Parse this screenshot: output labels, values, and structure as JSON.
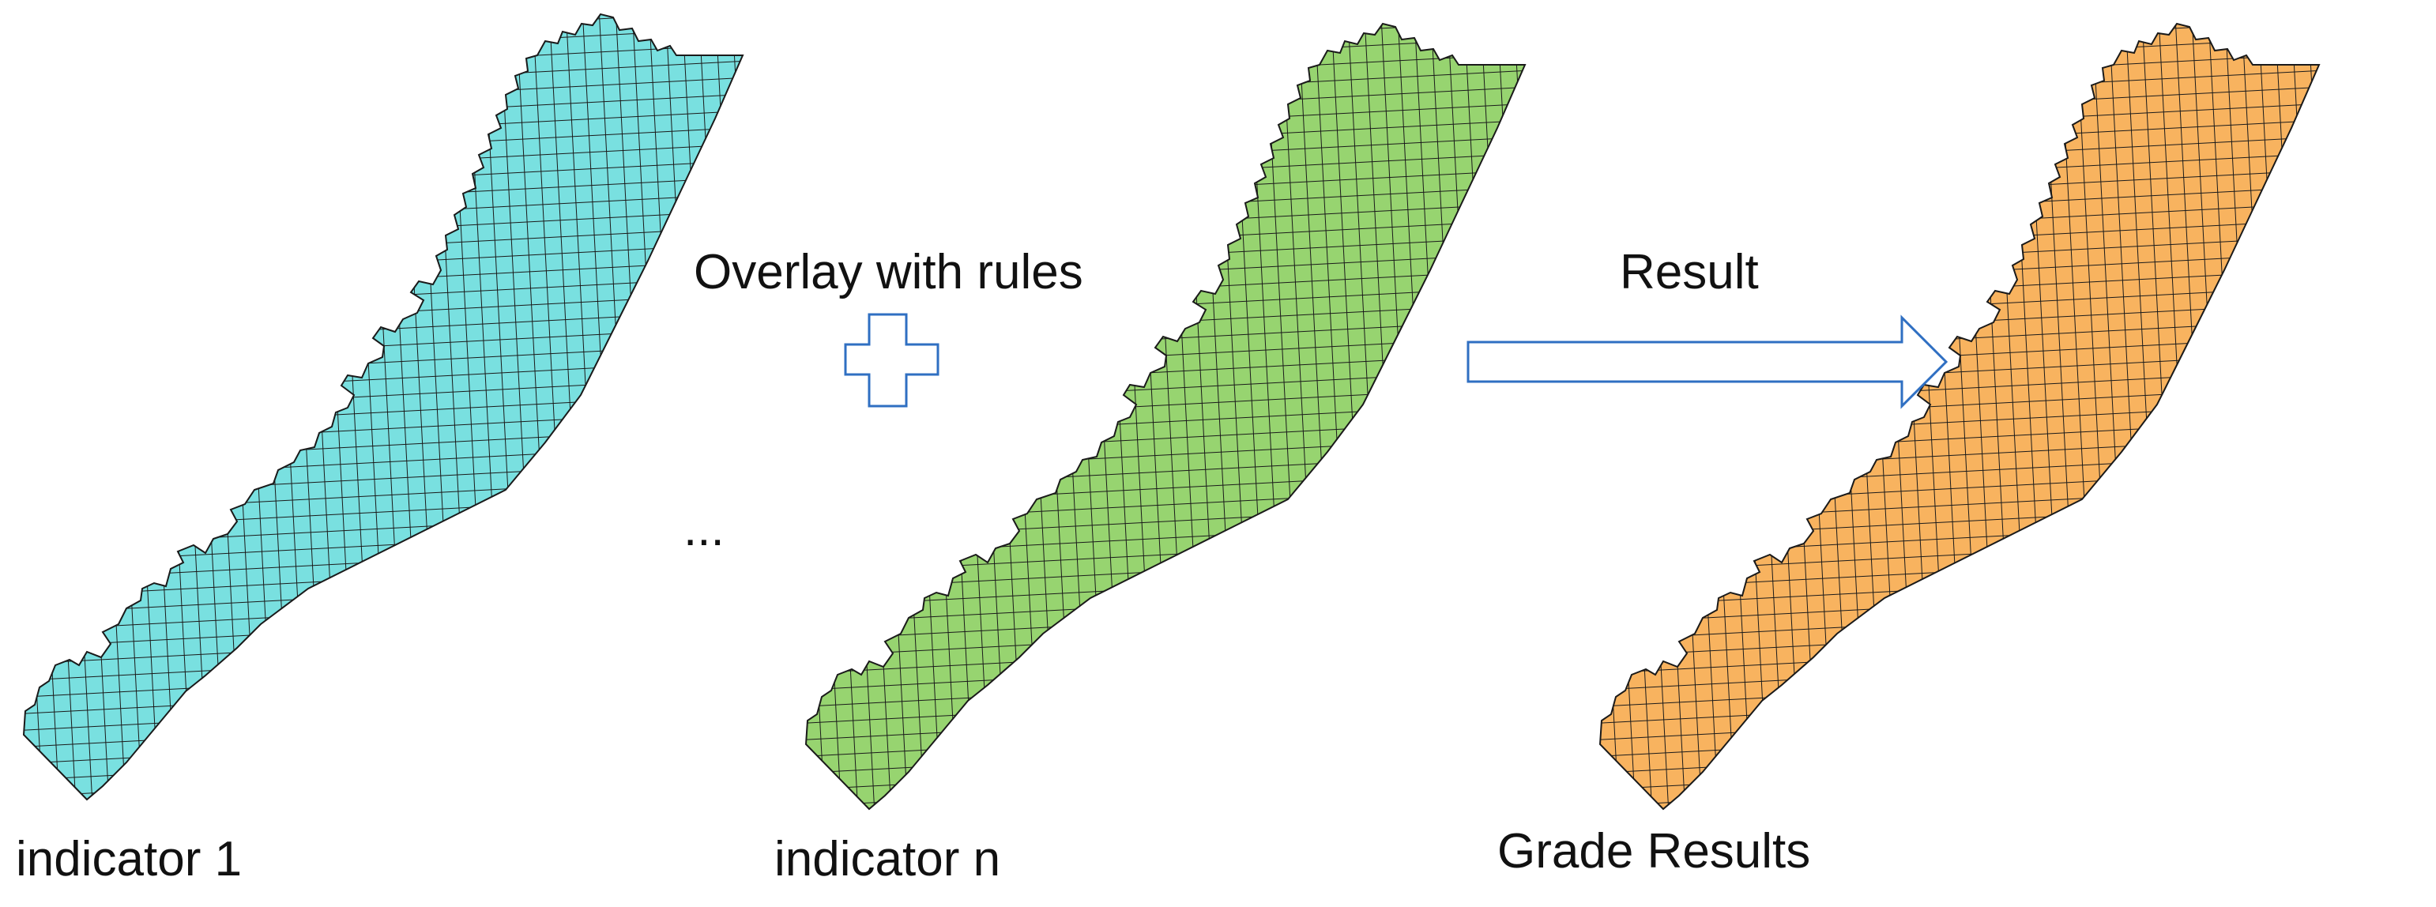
{
  "diagram": {
    "overlay_label": "Overlay with rules",
    "result_label": "Result",
    "ellipsis": "...",
    "maps": [
      {
        "id": "indicator-1",
        "label": "indicator 1",
        "fill": "#79E0E0"
      },
      {
        "id": "indicator-n",
        "label": "indicator n",
        "fill": "#97D470"
      },
      {
        "id": "grade-results",
        "label": "Grade Results",
        "fill": "#F8B35F"
      }
    ],
    "colors": {
      "outline": "#1a1a1a",
      "grid": "#1a1a1a",
      "symbol_stroke": "#2f6fc2",
      "text": "#111111"
    },
    "icons": {
      "plus": "plus-outline-icon",
      "arrow": "right-arrow-outline-icon"
    }
  }
}
